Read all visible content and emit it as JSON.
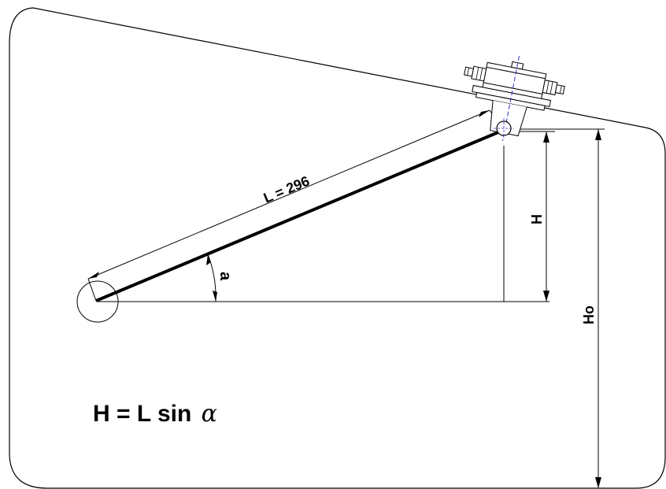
{
  "labels": {
    "length": "L = 296",
    "angle": "a",
    "height": "H",
    "total_height": "Ho"
  },
  "formula": {
    "text": "H = L sin ",
    "symbol": "α"
  },
  "colors": {
    "line": "#000000",
    "axis": "#3333cc",
    "background": "#ffffff"
  }
}
